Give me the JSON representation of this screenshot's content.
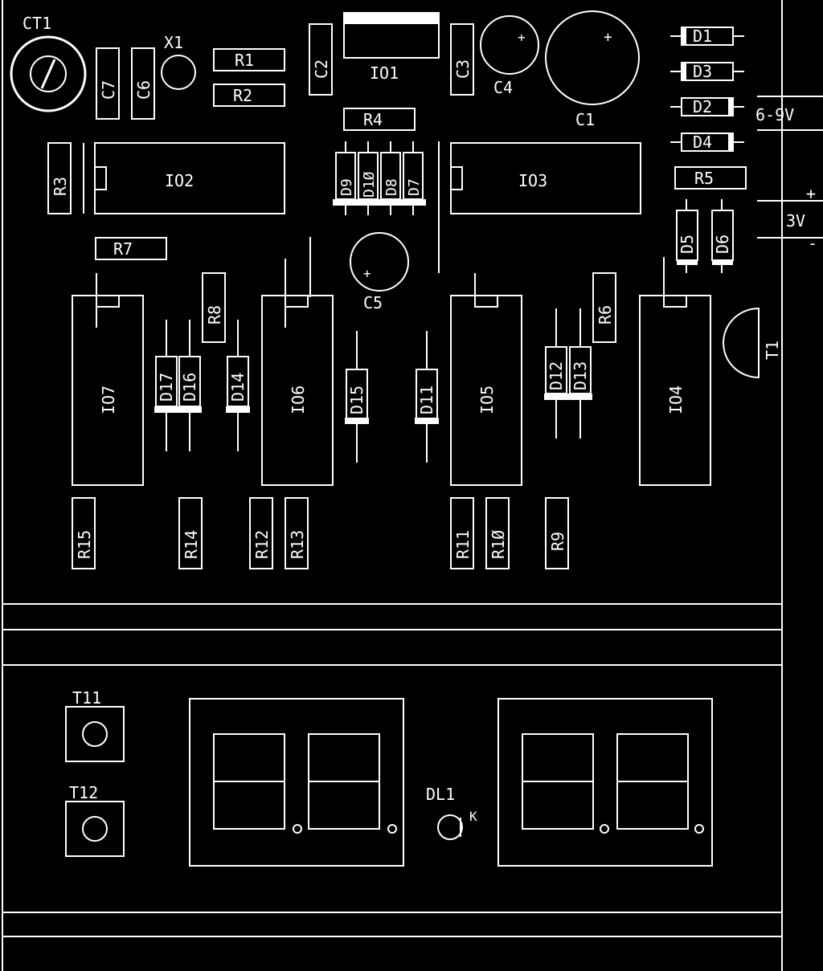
{
  "colors": {
    "background": "#000000",
    "silkscreen": "#ffffff"
  },
  "components": {
    "CT1": "CT1",
    "X1": "X1",
    "C1": "C1",
    "C2": "C2",
    "C3": "C3",
    "C4": "C4",
    "C5": "C5",
    "C6": "C6",
    "C7": "C7",
    "R1": "R1",
    "R2": "R2",
    "R3": "R3",
    "R4": "R4",
    "R5": "R5",
    "R6": "R6",
    "R7": "R7",
    "R8": "R8",
    "R9": "R9",
    "R10": "R1Ø",
    "R11": "R11",
    "R12": "R12",
    "R13": "R13",
    "R14": "R14",
    "R15": "R15",
    "IO1": "IO1",
    "IO2": "IO2",
    "IO3": "IO3",
    "IO4": "IO4",
    "IO5": "IO5",
    "IO6": "IO6",
    "IO7": "IO7",
    "D1": "D1",
    "D2": "D2",
    "D3": "D3",
    "D4": "D4",
    "D5": "D5",
    "D6": "D6",
    "D7": "D7",
    "D8": "D8",
    "D9": "D9",
    "D10": "D1Ø",
    "D11": "D11",
    "D12": "D12",
    "D13": "D13",
    "D14": "D14",
    "D15": "D15",
    "D16": "D16",
    "D17": "D17",
    "T1": "T1",
    "T11": "T11",
    "T12": "T12",
    "DL1": "DL1",
    "K": "K"
  },
  "power": {
    "supply_main": "6-9V",
    "supply_aux": "3V",
    "plus": "+",
    "minus": "-"
  },
  "polarity_mark": "+"
}
